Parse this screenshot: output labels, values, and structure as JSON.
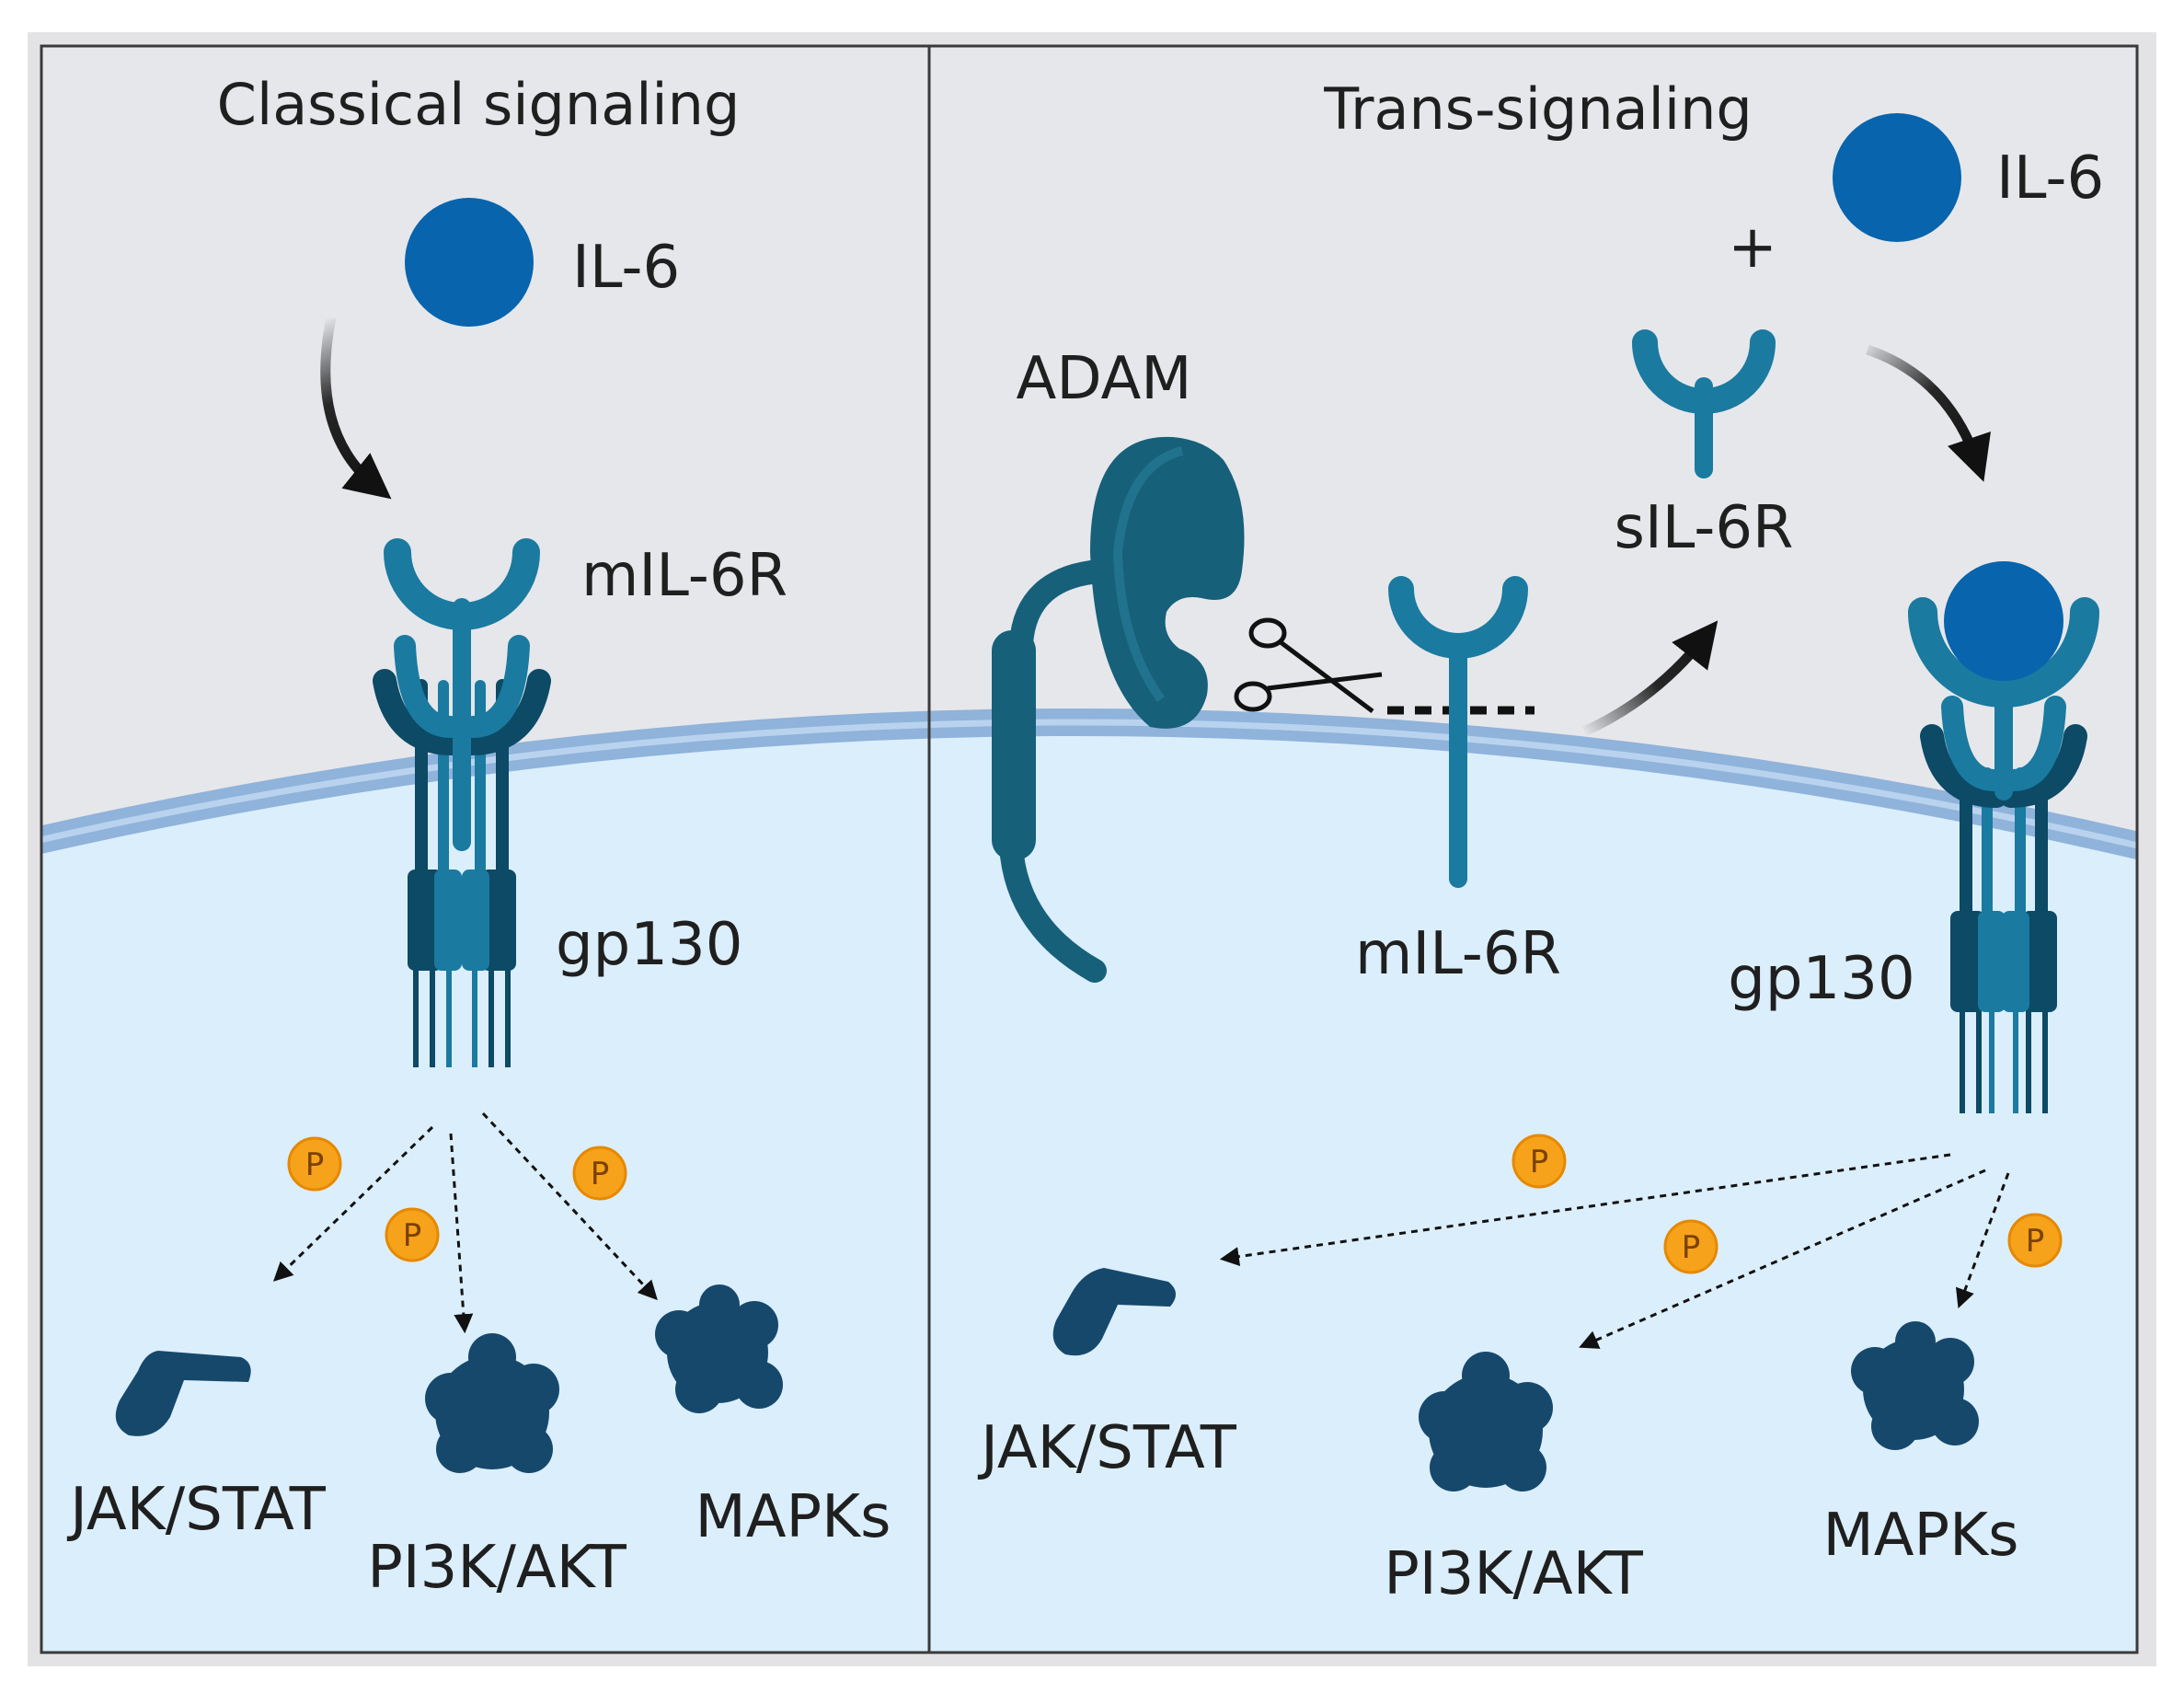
{
  "panels": {
    "classical": {
      "title": "Classical signaling",
      "il6_label": "IL-6",
      "receptor_label": "mIL-6R",
      "gp130_label": "gp130",
      "phospho_label": "P",
      "pathways": [
        "JAK/STAT",
        "PI3K/AKT",
        "MAPKs"
      ]
    },
    "trans": {
      "title": "Trans-signaling",
      "il6_label": "IL-6",
      "plus_label": "+",
      "adam_label": "ADAM",
      "soluble_receptor_label": "sIL-6R",
      "membrane_receptor_label": "mIL-6R",
      "gp130_label": "gp130",
      "phospho_label": "P",
      "pathways": [
        "JAK/STAT",
        "PI3K/AKT",
        "MAPKs"
      ]
    }
  },
  "colors": {
    "extracellular": "#e6e7eb",
    "cytoplasm": "#dbeefb",
    "membrane": "#8fb3da",
    "il6": "#0764ad",
    "receptor": "#1a7aa0",
    "gp130_dark": "#0c4a66",
    "phospho": "#f7a21b",
    "kinase": "#16486c"
  },
  "icons": [
    "scissors-icon",
    "curved-arrow-icon",
    "dotted-arrow-icon"
  ]
}
